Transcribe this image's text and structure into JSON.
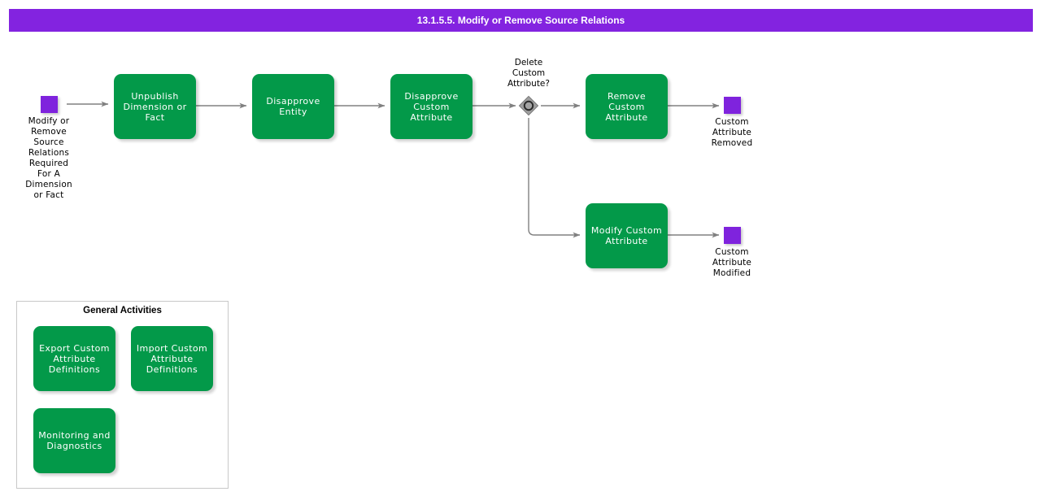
{
  "header": {
    "title": "13.1.5.5. Modify or Remove Source Relations"
  },
  "colors": {
    "accent_purple": "#8323e0",
    "event_purple": "#7f23dd",
    "task_green": "#039949",
    "connector_gray": "#808080",
    "gateway_gray": "#a3a3a3",
    "panel_border": "#c8c8c8"
  },
  "diagram": {
    "start_event": {
      "name": "start-event",
      "label": "Modify or\nRemove\nSource\nRelations\nRequired\nFor A\nDimension\nor Fact"
    },
    "tasks": [
      {
        "name": "task-unpublish-dimension-or-fact",
        "label": "Unpublish\nDimension or\nFact"
      },
      {
        "name": "task-disapprove-entity",
        "label": "Disapprove\nEntity"
      },
      {
        "name": "task-disapprove-custom-attribute",
        "label": "Disapprove\nCustom\nAttribute"
      },
      {
        "name": "task-remove-custom-attribute",
        "label": "Remove Custom\nAttribute"
      },
      {
        "name": "task-modify-custom-attribute",
        "label": "Modify Custom\nAttribute"
      }
    ],
    "gateway": {
      "name": "gateway-delete-custom-attribute",
      "label": "Delete\nCustom\nAttribute?"
    },
    "end_events": [
      {
        "name": "end-event-custom-attribute-removed",
        "label": "Custom\nAttribute\nRemoved"
      },
      {
        "name": "end-event-custom-attribute-modified",
        "label": "Custom\nAttribute\nModified"
      }
    ]
  },
  "panel": {
    "title": "General Activities",
    "activities": [
      {
        "name": "task-export-custom-attribute-definitions",
        "label": "Export Custom\nAttribute\nDefinitions"
      },
      {
        "name": "task-import-custom-attribute-definitions",
        "label": "Import Custom\nAttribute\nDefinitions"
      },
      {
        "name": "task-monitoring-and-diagnostics",
        "label": "Monitoring and\nDiagnostics"
      }
    ]
  }
}
